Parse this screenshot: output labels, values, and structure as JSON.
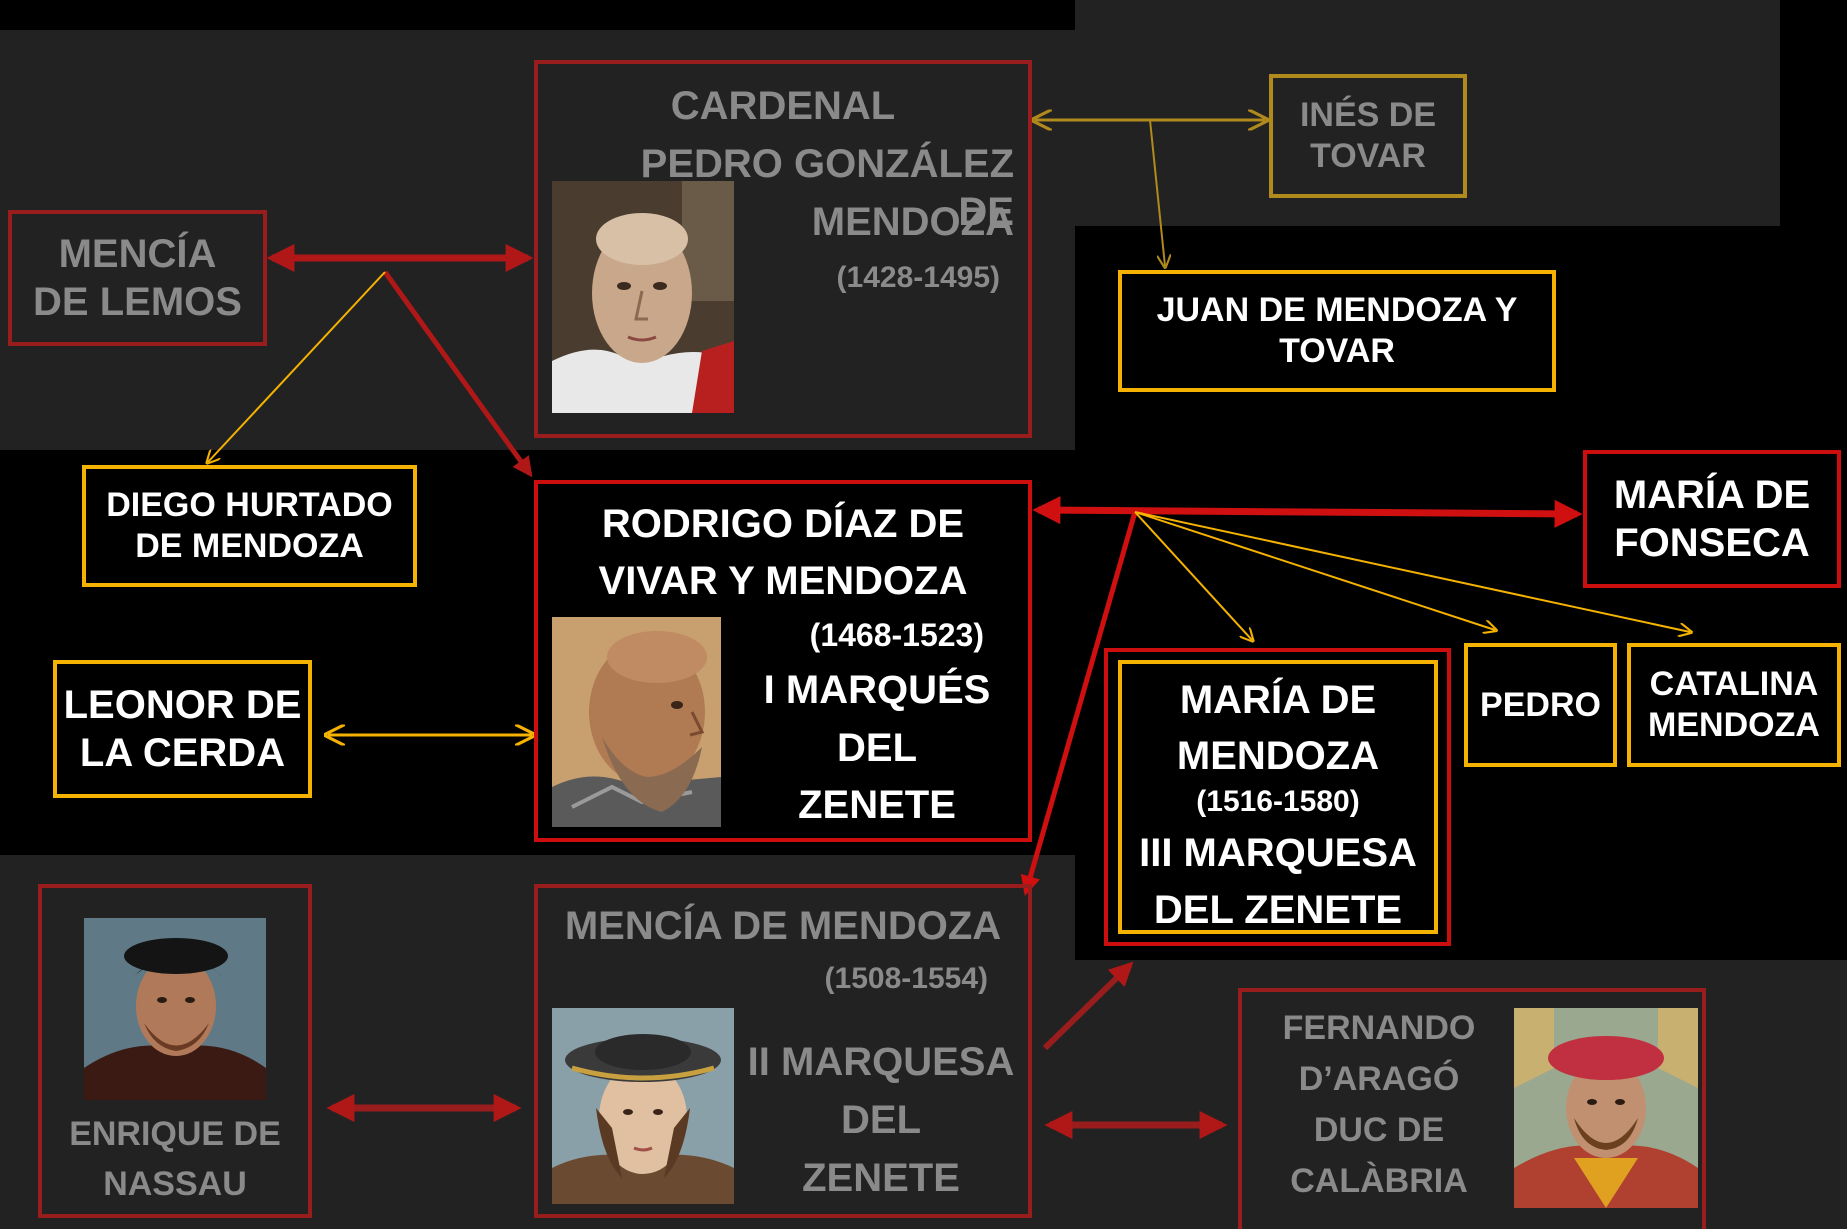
{
  "people": {
    "cardenal": {
      "title_line": "CARDENAL",
      "name_line1": "PEDRO GONZÁLEZ DE",
      "name_line2": "MENDOZA",
      "dates": "(1428-1495)"
    },
    "ines": {
      "line1": "INÉS DE",
      "line2": "TOVAR"
    },
    "juan": {
      "line1": "JUAN DE MENDOZA Y",
      "line2": "TOVAR"
    },
    "mencia_lemos": {
      "line1": "MENCÍA",
      "line2": "DE LEMOS"
    },
    "diego": {
      "line1": "DIEGO HURTADO",
      "line2": "DE MENDOZA"
    },
    "rodrigo": {
      "line1": "RODRIGO DÍAZ DE",
      "line2": "VIVAR Y MENDOZA",
      "dates": "(1468-1523)",
      "title1": "I MARQUÉS",
      "title2": "DEL",
      "title3": "ZENETE"
    },
    "maria_fonseca": {
      "line1": "MARÍA DE",
      "line2": "FONSECA"
    },
    "leonor": {
      "line1": "LEONOR DE",
      "line2": "LA CERDA"
    },
    "maria_mendoza": {
      "line1": "MARÍA DE",
      "line2": "MENDOZA",
      "dates": "(1516-1580)",
      "title1": "III MARQUESA",
      "title2": "DEL ZENETE"
    },
    "pedro": {
      "name": "PEDRO"
    },
    "catalina": {
      "line1": "CATALINA",
      "line2": "MENDOZA"
    },
    "enrique": {
      "line1": "ENRIQUE DE",
      "line2": "NASSAU"
    },
    "mencia_mendoza": {
      "name": "MENCÍA DE MENDOZA",
      "dates": "(1508-1554)",
      "title1": "II MARQUESA",
      "title2": "DEL",
      "title3": "ZENETE"
    },
    "fernando": {
      "line1": "FERNANDO",
      "line2": "D’ARAGÓ",
      "line3": "DUC DE",
      "line4": "CALÀBRIA"
    }
  },
  "colors": {
    "marriage_red": "#b01818",
    "child_gold": "#f5b200",
    "child_gold_dim": "#b08a1c",
    "panel_dark": "#222222",
    "text_dim": "#8a8a8a",
    "text_bright": "#ffffff"
  }
}
